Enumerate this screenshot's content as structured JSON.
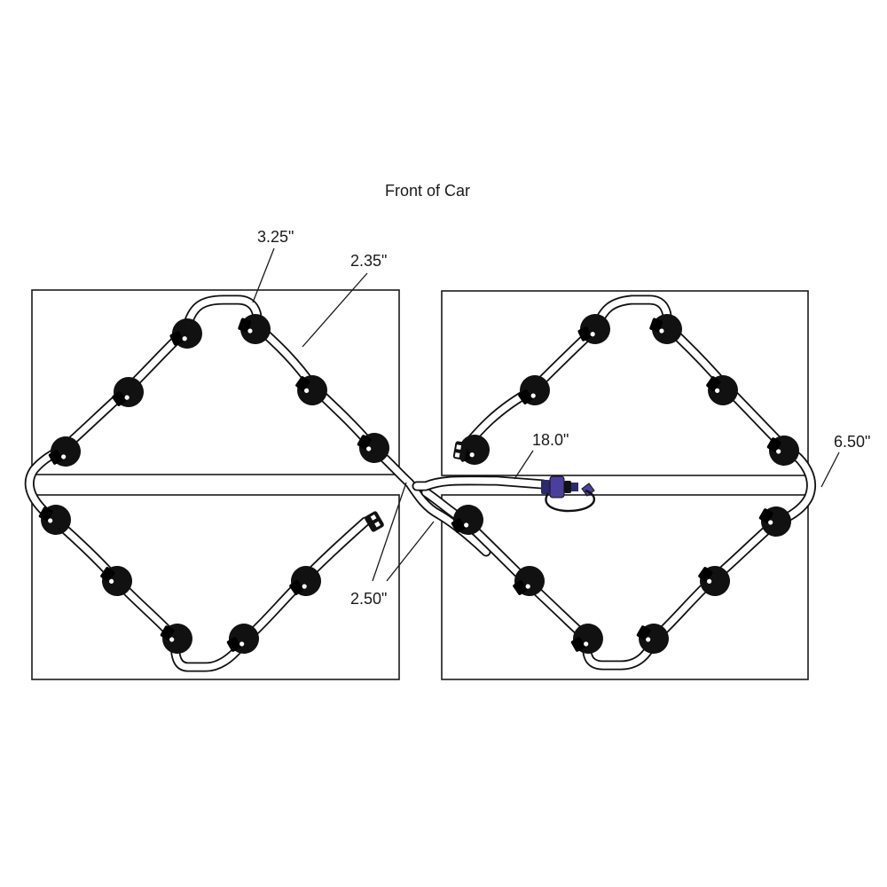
{
  "diagram": {
    "title": "Front of Car",
    "dimensions": {
      "top_arc": "3.25\"",
      "top_side": "2.35\"",
      "center_gap": "2.50\"",
      "feed_run": "18.0\"",
      "right_gap": "6.50\""
    },
    "colors": {
      "line": "#1a1a1a",
      "tube": "#ffffff",
      "pod": "#111111",
      "connector": "#4b3f9e"
    },
    "icons": [
      "led-pod-icon",
      "connector-plug-icon",
      "wire-loop-icon",
      "end-cap-icon"
    ]
  }
}
